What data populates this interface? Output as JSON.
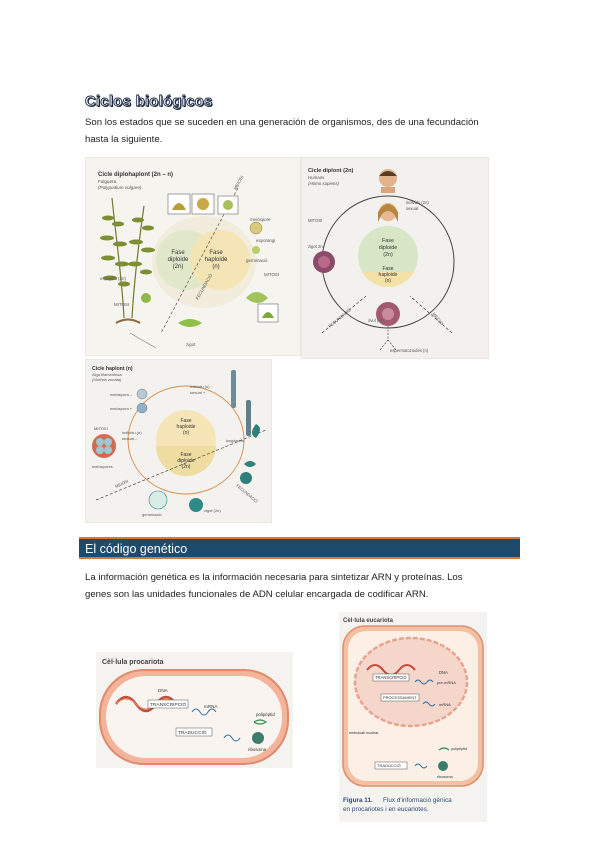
{
  "section1": {
    "title": "Ciclos biológicos",
    "text_line1": "Son los estados que se suceden en una generación de organismos, des de una fecundación",
    "text_line2": "hasta la siguiente."
  },
  "figures_top": {
    "diplohaplont": {
      "title": "Cicle diplohaplont (2n – n)",
      "subtitle1": "Falguera",
      "subtitle2": "(Polypodium vulgare)",
      "label_meiosi": "MEIOSI",
      "label_mitosi": "MITOSI",
      "label_mitosi2": "MITOSI",
      "label_meiospore": "meiòspore",
      "label_esporangi": "esporangi",
      "label_germinacio": "germinació",
      "label_esporofit": "esporòfit (2n)",
      "label_zigot": "zigot",
      "label_fecundacio": "FECUNDACIÓ",
      "phase_diploid_a": "Fase",
      "phase_diploid_b": "diploide",
      "phase_diploid_c": "(2n)",
      "phase_haploid_a": "Fase",
      "phase_haploid_b": "haploide",
      "phase_haploid_c": "(n)"
    },
    "diplont": {
      "title": "Cicle diplont (2n)",
      "subtitle1": "Humans",
      "subtitle2": "(Homo sapiens)",
      "label_individu": "individu (2n)",
      "label_sexuat": "sexuat",
      "label_mitosi": "MITOSI",
      "label_zigot": "zigot 2n",
      "label_fecundacio": "FECUNDACIÓ",
      "label_meiosi": "MEIOSI",
      "label_ovul": "òvul (n)",
      "label_esperma": "espermatozoides (n)",
      "phase_diploid_a": "Fase",
      "phase_diploid_b": "diploide",
      "phase_diploid_c": "(2n)",
      "phase_haploid_a": "Fase",
      "phase_haploid_b": "haploide",
      "phase_haploid_c": "(n)"
    },
    "haplont": {
      "title": "Cicle haplont (n)",
      "subtitle1": "Alga filamentosa",
      "subtitle2": "(Ulothrix zonata)",
      "label_meiospora1": "meiòspora –",
      "label_meiospora2": "meiòspora +",
      "label_mitosi": "MITOSI",
      "label_individu": "individu (n)",
      "label_sexuat": "sexuat –",
      "label_individu2": "individu (n)",
      "label_sexuat2": "sexuat +",
      "label_isogamets": "isogàmets",
      "label_meiospores": "meiòspores",
      "label_meiosi": "MEIOSI",
      "label_fecundacio": "FECUNDACIÓ",
      "label_germinacio": "germinació",
      "label_zigot": "zigot (2n)",
      "phase_haploid_a": "Fase",
      "phase_haploid_b": "haploide",
      "phase_haploid_c": "(n)",
      "phase_diploid_a": "Fase",
      "phase_diploid_b": "diploide",
      "phase_diploid_c": "(2n)"
    }
  },
  "section2": {
    "heading": "El código genético",
    "text_line1": "La información genética es la información necesaria para sintetizar ARN y proteínas. Los",
    "text_line2": "genes son las unidades funcionales de ADN celular encargada de codificar ARN."
  },
  "figures_bottom": {
    "procariota": {
      "title": "Cèl·lula procariota",
      "label_dna": "DNA",
      "label_transcripcio": "TRANSCRIPCIÓ",
      "label_mrna": "mRNA",
      "label_traduccio": "TRADUCCIÓ",
      "label_polipeptid": "polipèptid",
      "label_ribosoma": "ribosoma"
    },
    "eucariota": {
      "title": "Cèl·lula eucariota",
      "label_dna": "DNA",
      "label_transcripcio": "TRANSCRIPCIÓ",
      "label_processament": "PROCESSAMENT",
      "label_premrna": "pre-mRNA",
      "label_mrna": "mRNA",
      "label_envoltura": "embolcall nuclear",
      "label_traduccio": "TRADUCCIÓ",
      "label_polipeptid": "polipèptid",
      "label_ribosoma": "ribosoma",
      "caption_fig": "Figura 11.",
      "caption_line1": "Flux d'informació gènica",
      "caption_line2": "en procariotes i en eucariotes."
    }
  }
}
